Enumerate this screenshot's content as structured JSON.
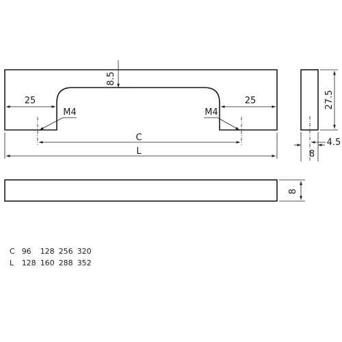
{
  "front_view": {
    "top_height_label": "8.5",
    "left_offset_label": "25",
    "right_offset_label": "25",
    "left_thread_label": "M4",
    "right_thread_label": "M4",
    "center_distance_label": "C",
    "overall_length_label": "L"
  },
  "side_view": {
    "height_label": "27.5",
    "width_label": "8",
    "hole_offset_label": "4.5"
  },
  "bottom_view": {
    "thickness_label": "8"
  },
  "size_table": {
    "rows": [
      {
        "label": "C",
        "values": [
          "96",
          "128",
          "256",
          "320"
        ]
      },
      {
        "label": "L",
        "values": [
          "128",
          "160",
          "288",
          "352"
        ]
      }
    ]
  }
}
